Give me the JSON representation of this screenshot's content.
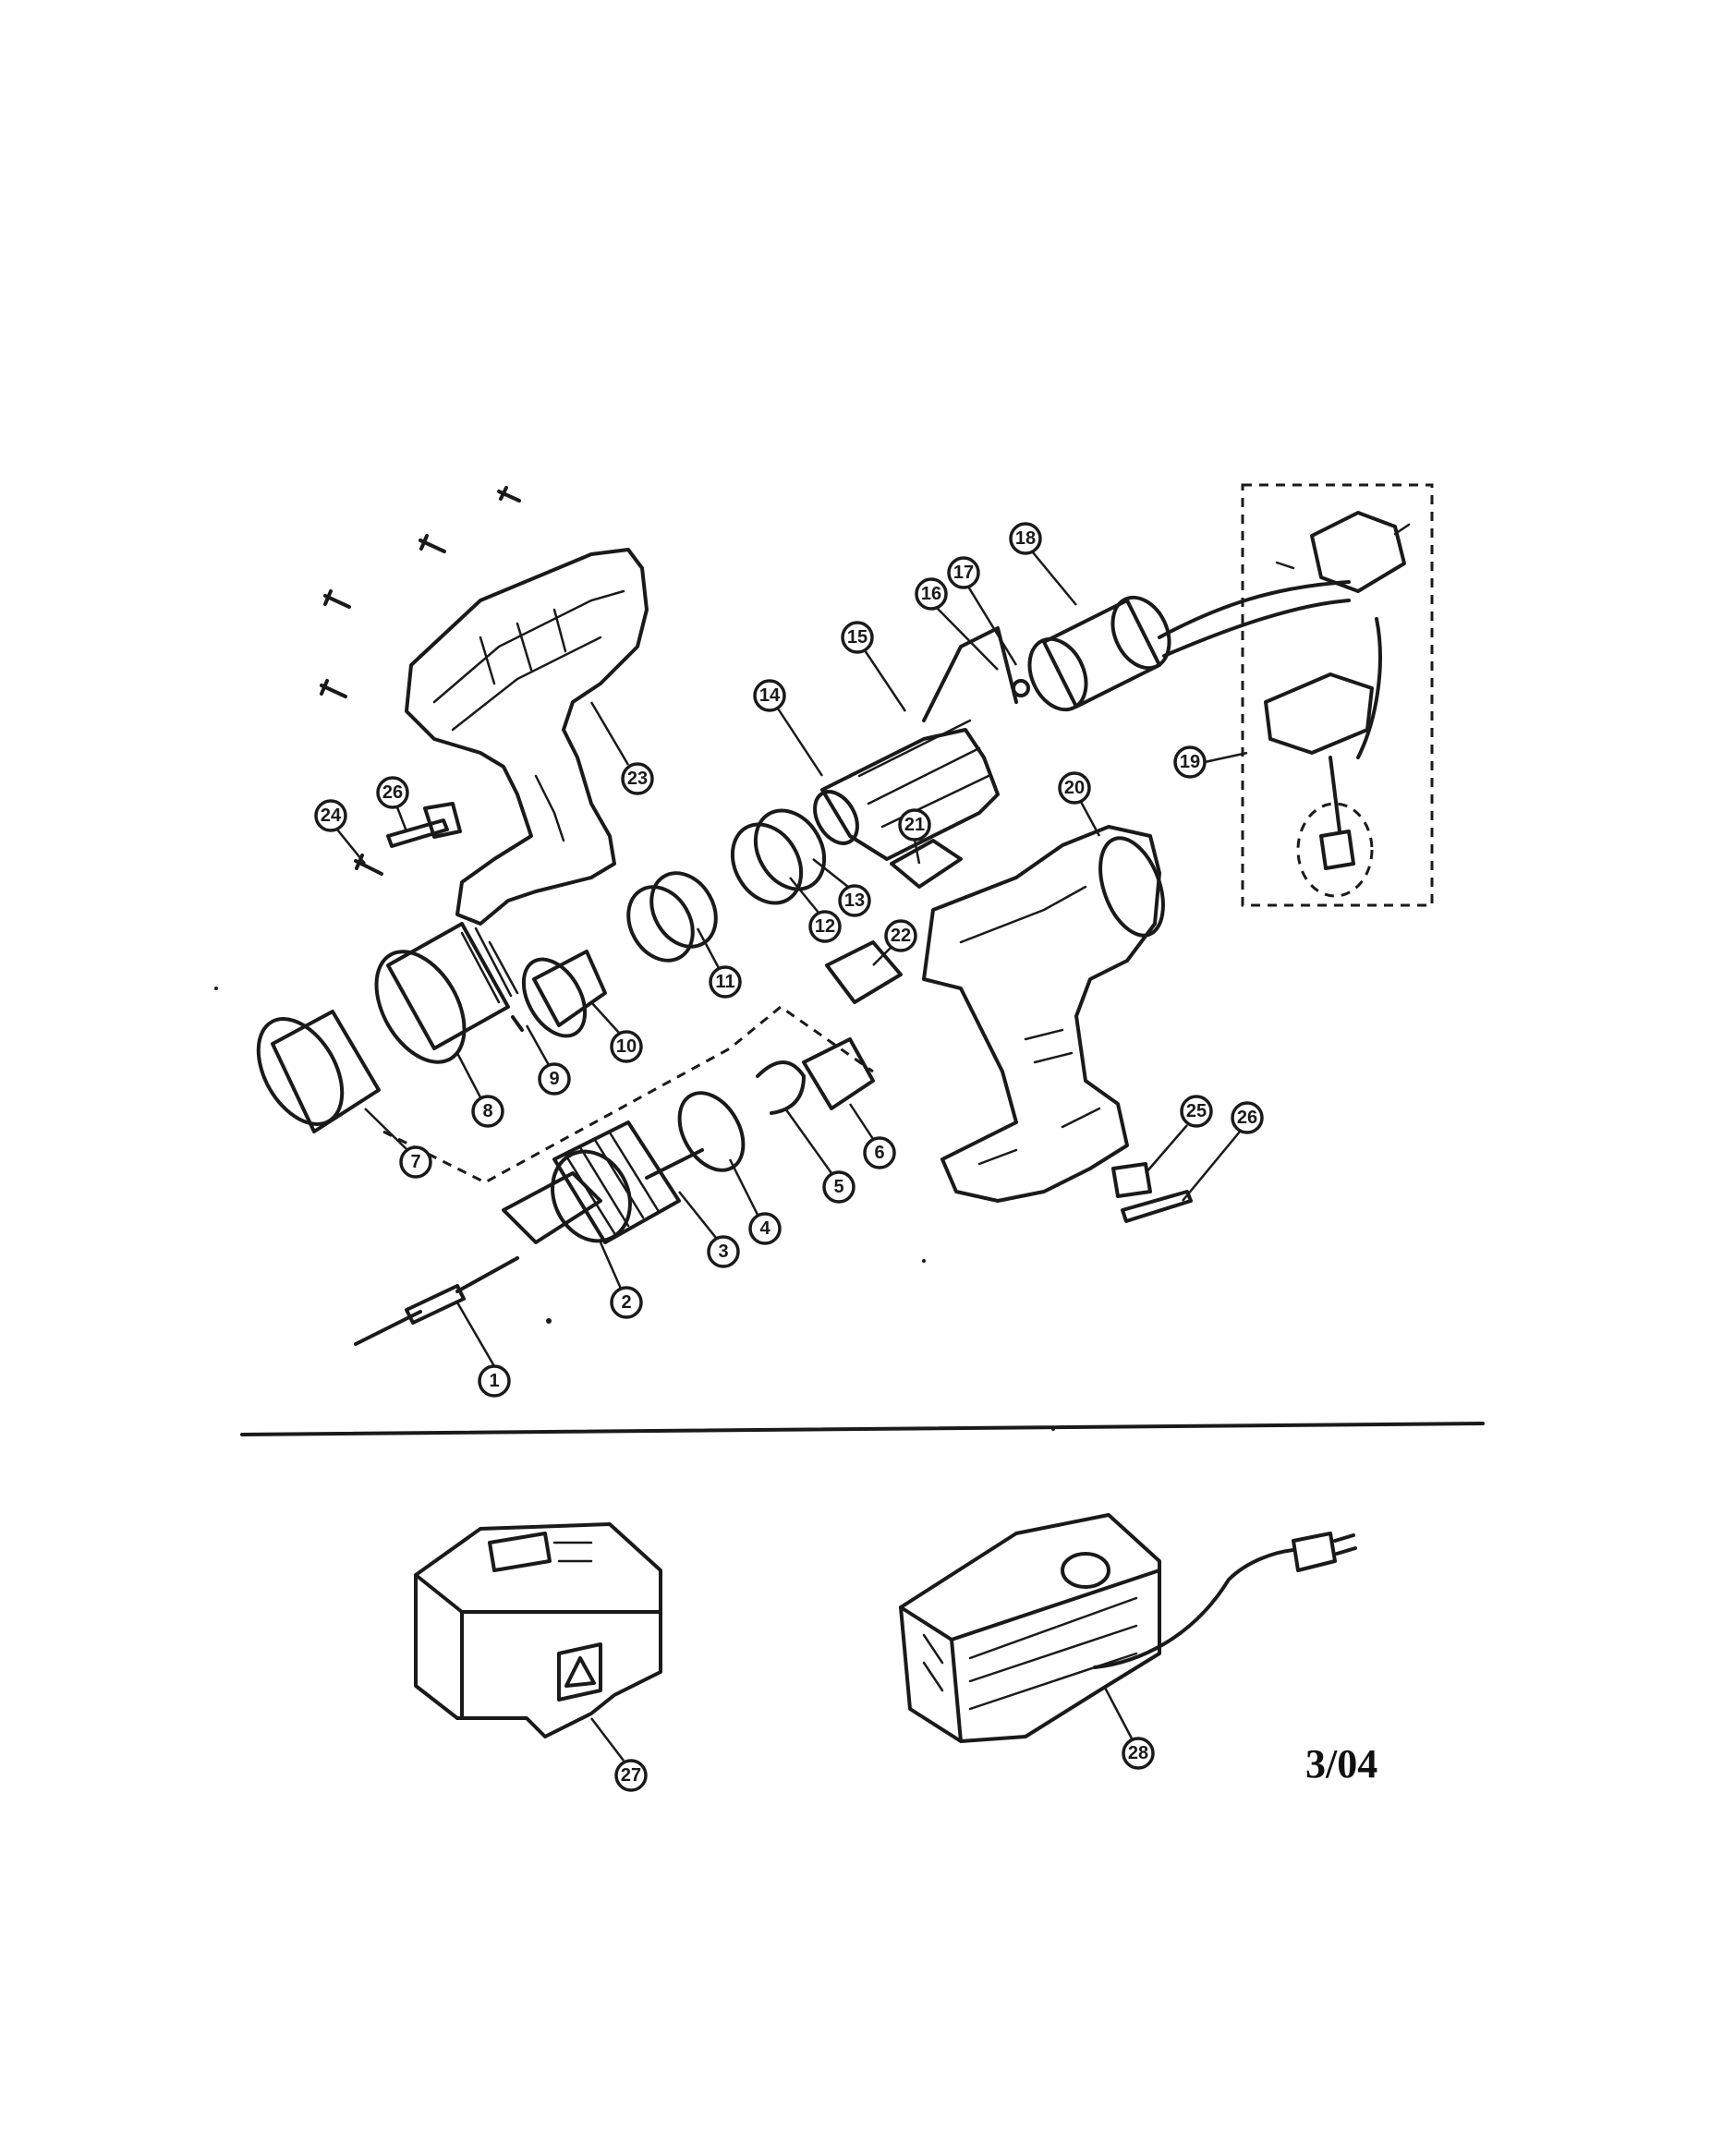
{
  "page": {
    "date_code": "3/04"
  },
  "colors": {
    "ink": "#1a1a1a",
    "paper": "#ffffff"
  },
  "drill_assembly": {
    "callouts": [
      "1",
      "2",
      "3",
      "4",
      "5",
      "6",
      "7",
      "8",
      "9",
      "10",
      "11",
      "12",
      "13",
      "14",
      "15",
      "16",
      "17",
      "18",
      "19",
      "20",
      "21",
      "22",
      "23",
      "24",
      "25",
      "26"
    ]
  },
  "accessories": {
    "battery_callout": "27",
    "charger_callout": "28"
  }
}
